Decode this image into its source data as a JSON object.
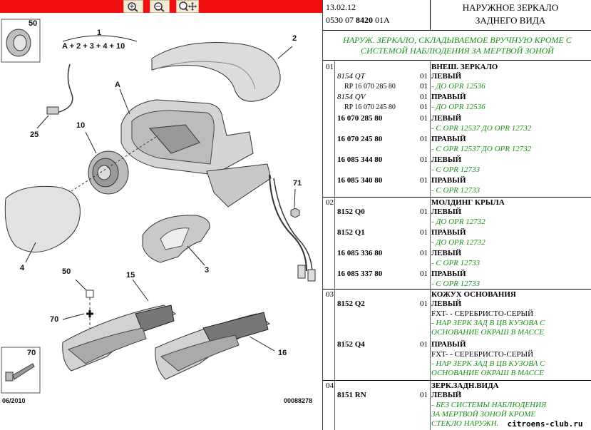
{
  "diagram": {
    "callouts": [
      "50",
      "1",
      "A + 2 + 3 + 4 + 10",
      "2",
      "A",
      "25",
      "10",
      "71",
      "4",
      "3",
      "50",
      "15",
      "70",
      "16",
      "70"
    ],
    "date": "06/2010",
    "code": "00088278"
  },
  "header": {
    "date": "13.02.12",
    "ref_a": "0530 07",
    "ref_b": "8420",
    "ref_c": "01A",
    "title1": "НАРУЖНОЕ ЗЕРКАЛО",
    "title2": "ЗАДНЕГО ВИДА"
  },
  "subtitle": [
    "НАРУЖ. ЗЕРКАЛО, СКЛАДЫВАЕМОЕ ВРУЧНУЮ КРОМЕ С",
    "СИСТЕМОЙ НАБЛЮДЕНИЯ ЗА МЕРТВОЙ ЗОНОЙ"
  ],
  "rows": [
    {
      "idx": "01",
      "name": "ВНЕШ. ЗЕРКАЛО",
      "parts": [
        {
          "num": "8154 QT",
          "q": "01",
          "d": "ЛЕВЫЙ",
          "rp": "RP 16 070 285 80",
          "q2": "01",
          "c": "- ДО OPR 12536"
        },
        {
          "num": "8154 QV",
          "q": "01",
          "d": "ПРАВЫЙ",
          "rp": "RP 16 070 245 80",
          "q2": "01",
          "c": "- ДО OPR 12536"
        },
        {
          "num": "16 070 285 80",
          "q": "01",
          "d": "ЛЕВЫЙ",
          "c": "- С OPR 12537 ДО OPR 12732"
        },
        {
          "num": "16 070 245 80",
          "q": "01",
          "d": "ПРАВЫЙ",
          "c": "- С OPR 12537 ДО OPR 12732"
        },
        {
          "num": "16 085 344 80",
          "q": "01",
          "d": "ЛЕВЫЙ",
          "c": "- С OPR 12733"
        },
        {
          "num": "16 085 340 80",
          "q": "01",
          "d": "ПРАВЫЙ",
          "c": "- С OPR 12733"
        }
      ]
    },
    {
      "idx": "02",
      "name": "МОЛДИНГ КРЫЛА",
      "parts": [
        {
          "num": "8152 Q0",
          "q": "01",
          "d": "ЛЕВЫЙ",
          "c": "- ДО OPR 12732"
        },
        {
          "num": "8152 Q1",
          "q": "01",
          "d": "ПРАВЫЙ",
          "c": "- ДО OPR 12732"
        },
        {
          "num": "16 085 336 80",
          "q": "01",
          "d": "ЛЕВЫЙ",
          "c": "- С OPR 12733"
        },
        {
          "num": "16 085 337 80",
          "q": "01",
          "d": "ПРАВЫЙ",
          "c": "- С OPR 12733"
        }
      ]
    },
    {
      "idx": "03",
      "name": "КОЖУХ ОСНОВАНИЯ",
      "parts": [
        {
          "num": "8152 Q2",
          "q": "01",
          "d": "ЛЕВЫЙ",
          "x": "FXT- - СЕРЕБРИСТО-СЕРЫЙ",
          "c": "- НАР ЗЕРК ЗАД В ЦВ КУЗОВА С",
          "c2": "ОСНОВАНИЕ ОКРАШ В МАССЕ"
        },
        {
          "num": "8152 Q4",
          "q": "01",
          "d": "ПРАВЫЙ",
          "x": "FXT- - СЕРЕБРИСТО-СЕРЫЙ",
          "c": "- НАР ЗЕРК ЗАД В ЦВ КУЗОВА С",
          "c2": "ОСНОВАНИЕ ОКРАШ В МАССЕ"
        }
      ]
    },
    {
      "idx": "04",
      "name": "ЗЕРК.ЗАДН.ВИДА",
      "parts": [
        {
          "num": "8151 RN",
          "q": "01",
          "d": "ЛЕВЫЙ",
          "c": "- БЕЗ СИСТЕМЫ НАБЛЮДЕНИЯ",
          "c2": "ЗА МЕРТВОЙ ЗОНОЙ КРОМЕ",
          "c3": "СТЕКЛО НАРУЖН. ЗЕ"
        }
      ]
    }
  ],
  "watermark": "citroens-club.ru",
  "icons": [
    "zoom-in-icon",
    "zoom-out-icon",
    "zoom-move-icon"
  ]
}
